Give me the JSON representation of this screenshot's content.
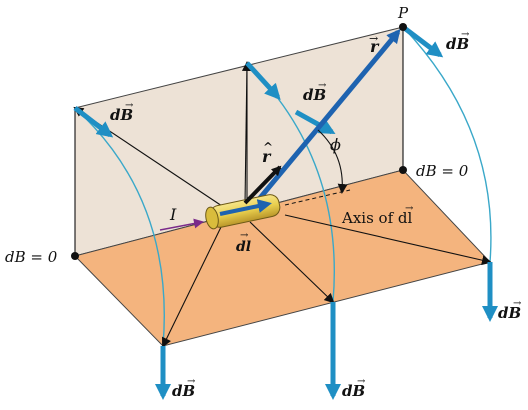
{
  "colors": {
    "vertical_plane": "#ede2d6",
    "horizontal_plane": "#f4b47e",
    "field_arrow": "#1f8fc4",
    "field_arc": "#3aa8c9",
    "r_vector": "#1e63b0",
    "current_arrow": "#7a2a8a",
    "wire": "#e9cf4e",
    "outline": "#111111"
  },
  "labels": {
    "point_p": "P",
    "r_vec": "r",
    "r_hat": "r",
    "phi": "ϕ",
    "current": "I",
    "dl": "dl",
    "axis_of_dl": "Axis of dl",
    "db_zero": "dB = 0",
    "db": "dB"
  },
  "icons": {
    "vector_arrow_mark": "→",
    "hat_mark": "^"
  }
}
